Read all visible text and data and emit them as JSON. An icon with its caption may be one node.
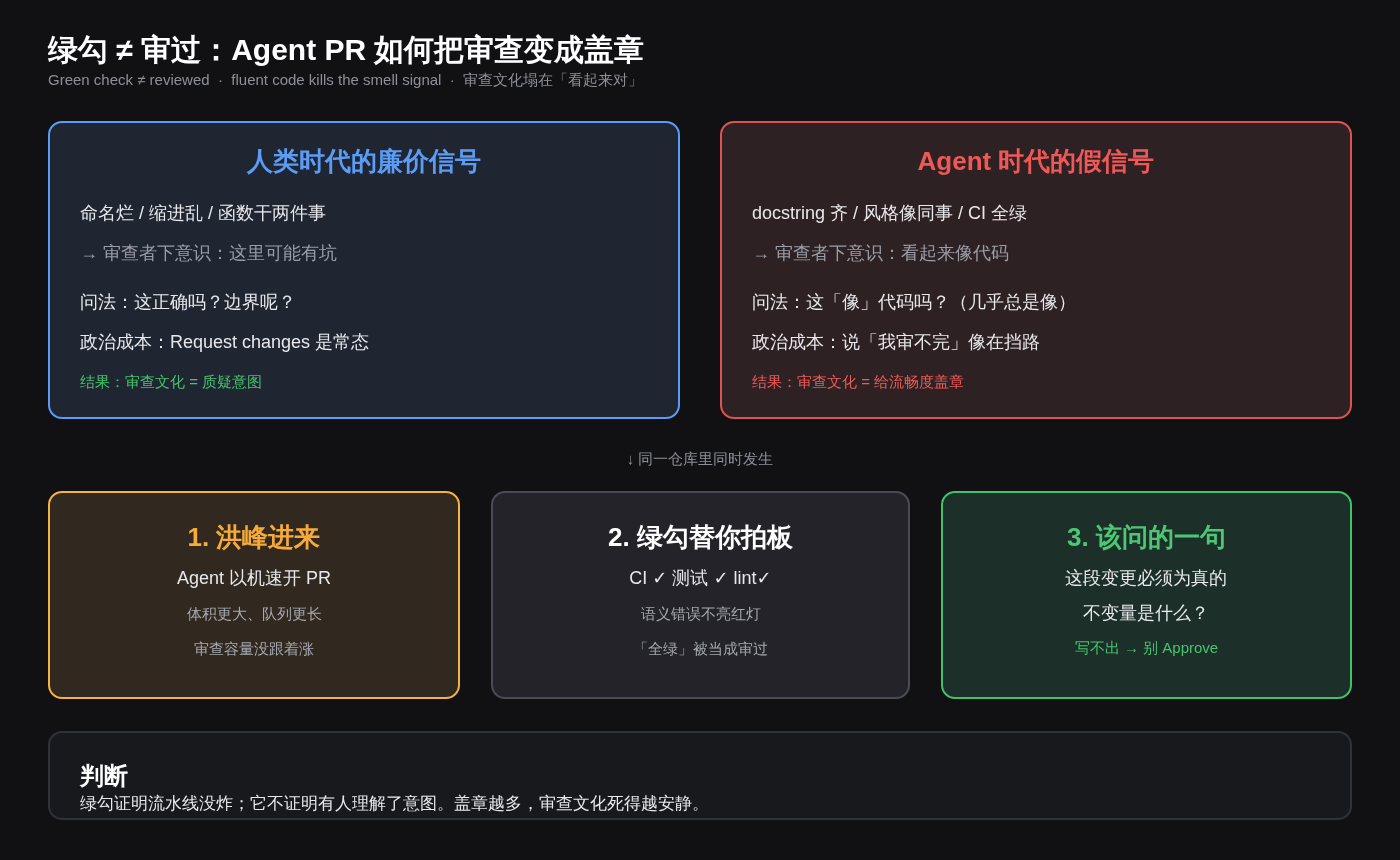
{
  "diagram": {
    "title": "绿勾 ≠ 审过：Agent PR 如何把审查变成盖章",
    "nodes": [
      {
        "text": [
          "人类时代的廉价信号",
          "命名烂 / 缩进乱 / 函数干两件事",
          "→ 审查者下意识：这里可能有坑",
          "问法：这正确吗？边界呢？",
          "政治成本：Request changes 是常态",
          "结果：审查文化 = 质疑意图"
        ]
      },
      {
        "text": [
          "Agent 时代的假信号",
          "docstring 齐 / 风格像同事 / CI 全绿",
          "→ 审查者下意识：看起来像代码",
          "问法：这「像」代码吗？（几乎总是像）",
          "政治成本：说「我审不完」像在挡路",
          "结果：审查文化 = 给流畅度盖章"
        ]
      },
      {
        "text": [
          "1. 洪峰进来",
          "Agent 以机速开 PR",
          "体积更大、队列更长",
          "审查容量没跟着涨"
        ]
      },
      {
        "text": [
          "2. 绿勾替你拍板",
          "CI ✓ 测试 ✓ lint✓",
          "语义错误不亮红灯",
          "「全绿」被当成审过"
        ]
      },
      {
        "text": [
          "3. 该问的一句",
          "这段变更必须为真的不变量是什么？",
          "写不出 → 别 Approve"
        ]
      },
      {
        "text": [
          "判断",
          "绿勾证明流水线没炸；它不证明有人理解了意图。盖章越多，审查文化死得越安静。"
        ]
      }
    ],
    "labels": [
      "Green check ≠ reviewed  ·  fluent code kills the smell signal  ·  审查文化塌在「看起来对」",
      "↓ 同一仓库里同时发生"
    ]
  }
}
